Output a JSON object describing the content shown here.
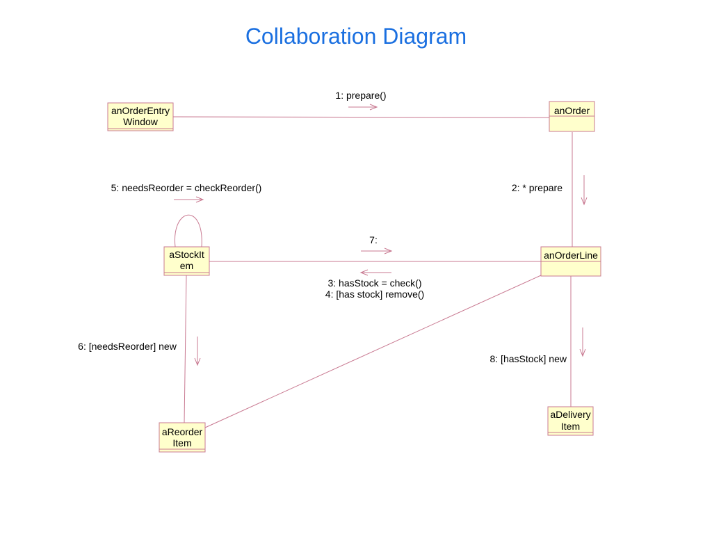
{
  "title": "Collaboration Diagram",
  "colors": {
    "title": "#1a6fe0",
    "line": "#c87890",
    "object_fill": "#ffffcc",
    "object_border": "#c87890",
    "text": "#000000"
  },
  "objects": {
    "order_entry_window": {
      "lines": [
        "anOrderEntry",
        "Window"
      ]
    },
    "order": {
      "lines": [
        "anOrder"
      ]
    },
    "stock_item": {
      "lines": [
        "aStockIt",
        "em"
      ]
    },
    "order_line": {
      "lines": [
        "anOrderLine"
      ]
    },
    "reorder_item": {
      "lines": [
        "aReorder",
        "Item"
      ]
    },
    "delivery_item": {
      "lines": [
        "aDelivery",
        "Item"
      ]
    }
  },
  "messages": {
    "m1": "1: prepare()",
    "m2": "2: * prepare",
    "m3": "3: hasStock = check()",
    "m4": "4: [has stock] remove()",
    "m5": "5: needsReorder = checkReorder()",
    "m6": "6: [needsReorder] new",
    "m7": "7:",
    "m8": "8: [hasStock] new"
  }
}
